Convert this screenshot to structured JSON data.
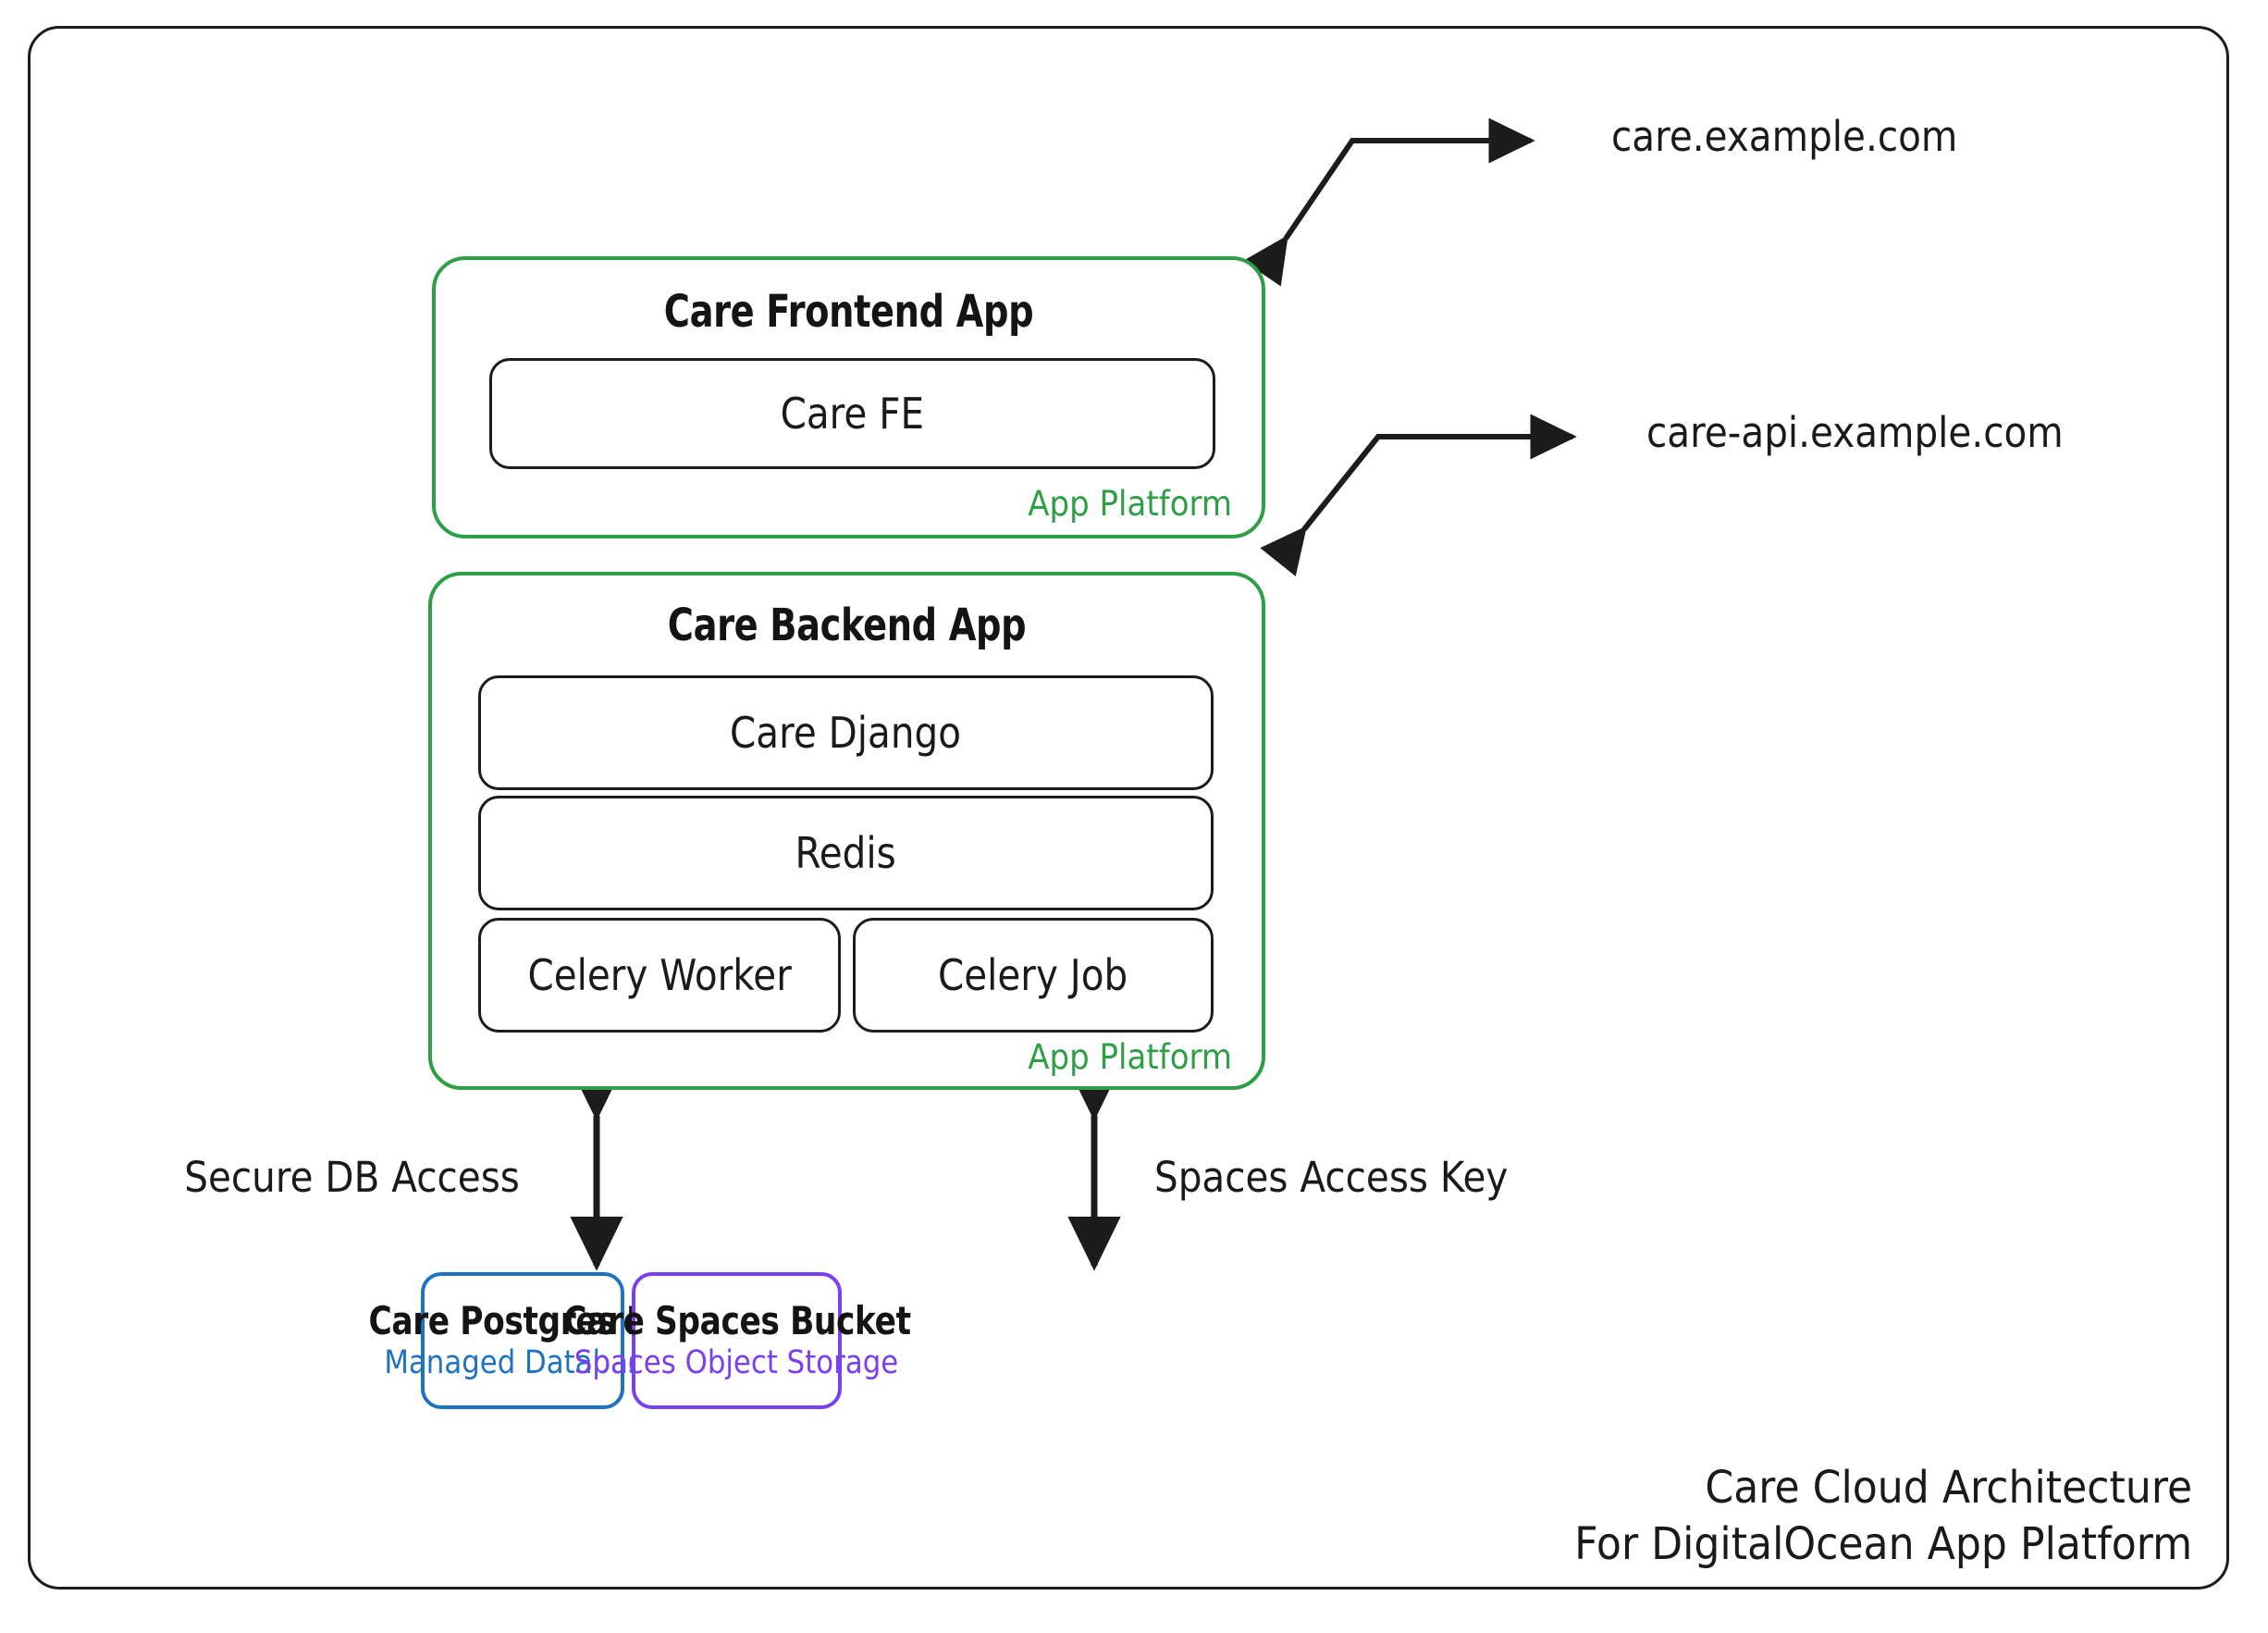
{
  "diagram": {
    "caption_line1": "Care Cloud Architecture",
    "caption_line2": "For DigitalOcean App Platform"
  },
  "frontend_group": {
    "title": "Care Frontend App",
    "platform_tag": "App Platform",
    "services": [
      {
        "label": "Care FE"
      }
    ]
  },
  "backend_group": {
    "title": "Care Backend App",
    "platform_tag": "App Platform",
    "services": [
      {
        "label": "Care Django"
      },
      {
        "label": "Redis"
      },
      {
        "label": "Celery Worker"
      },
      {
        "label": "Celery Job"
      }
    ]
  },
  "resources": [
    {
      "title": "Care Postgres DB",
      "subtitle": "Managed Database",
      "color": "#1f72c0"
    },
    {
      "title": "Care Spaces Bucket",
      "subtitle": "Spaces Object Storage",
      "color": "#7b3ff2"
    }
  ],
  "endpoints": [
    {
      "label": "care.example.com"
    },
    {
      "label": "care-api.example.com"
    }
  ],
  "connections": [
    {
      "label": "Secure DB Access"
    },
    {
      "label": "Spaces Access Key"
    }
  ],
  "colors": {
    "app_platform_green": "#2e9e47",
    "managed_db_blue": "#1f72c0",
    "spaces_purple": "#7b3ff2",
    "stroke_black": "#1c1c1c"
  }
}
